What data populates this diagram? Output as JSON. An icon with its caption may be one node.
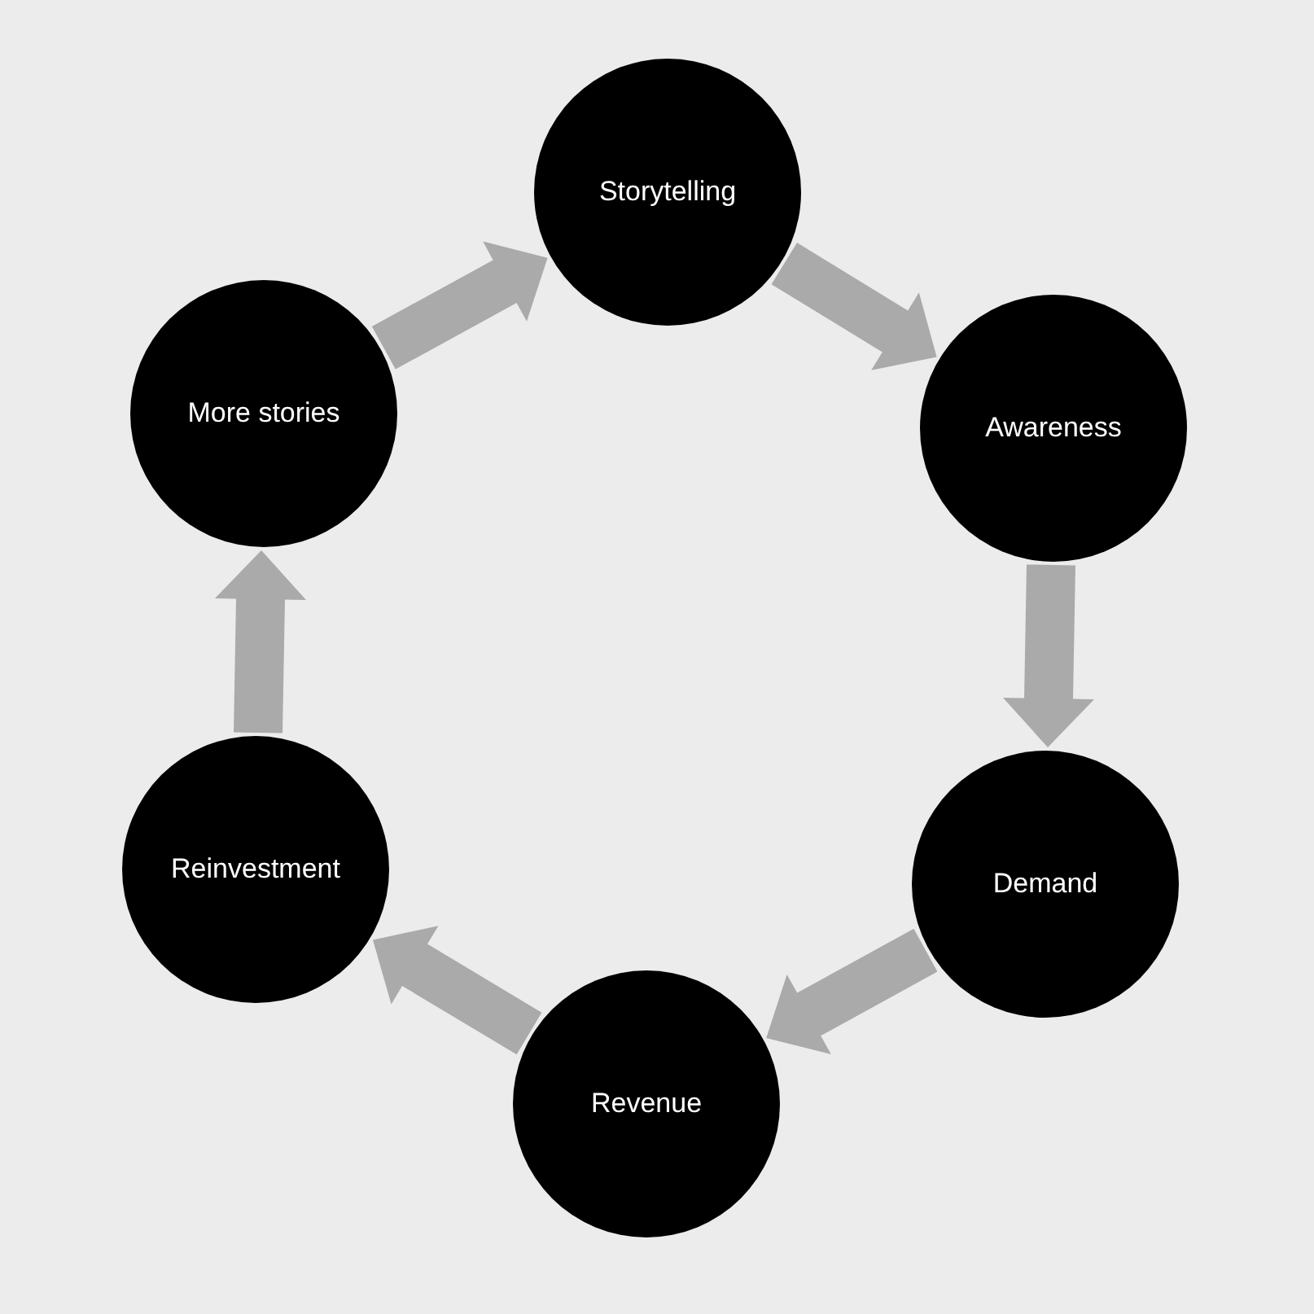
{
  "diagram": {
    "nodes": [
      {
        "text": [
          "Storytelling"
        ]
      },
      {
        "text": [
          "Awareness"
        ]
      },
      {
        "text": [
          "Demand"
        ]
      },
      {
        "text": [
          "Revenue"
        ]
      },
      {
        "text": [
          "Reinvestment"
        ]
      },
      {
        "text": [
          "More stories"
        ]
      }
    ],
    "edges": [
      {
        "from": 0,
        "to": 1,
        "arrow": "to"
      },
      {
        "from": 1,
        "to": 2,
        "arrow": "to"
      },
      {
        "from": 2,
        "to": 3,
        "arrow": "to"
      },
      {
        "from": 3,
        "to": 4,
        "arrow": "to"
      },
      {
        "from": 4,
        "to": 5,
        "arrow": "to"
      },
      {
        "from": 5,
        "to": 0,
        "arrow": "to"
      }
    ]
  }
}
